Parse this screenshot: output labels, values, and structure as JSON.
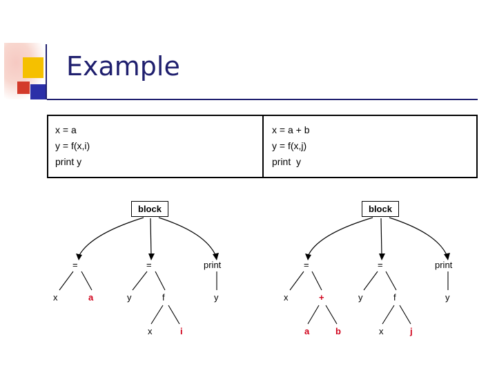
{
  "slide": {
    "title": "Example",
    "code": {
      "left": "x = a\ny = f(x,i)\nprint y",
      "right": "x = a + b\ny = f(x,j)\nprint  y"
    },
    "trees": [
      {
        "root": "block",
        "level1": [
          "=",
          "=",
          "print"
        ],
        "level2": [
          "x",
          "a",
          "y",
          "f",
          "y"
        ],
        "level3": [
          "x",
          "i"
        ]
      },
      {
        "root": "block",
        "level1": [
          "=",
          "=",
          "print"
        ],
        "level2": [
          "x",
          "+",
          "y",
          "f",
          "y"
        ],
        "level3": [
          "a",
          "b",
          "x",
          "j"
        ]
      }
    ]
  },
  "colors": {
    "title": "#1f1f6e",
    "highlight": "#d0021b",
    "rule": "#1f1f6e",
    "deco_yellow": "#f5c000",
    "deco_red": "#d33a2a",
    "deco_blue": "#2b2fa8"
  }
}
